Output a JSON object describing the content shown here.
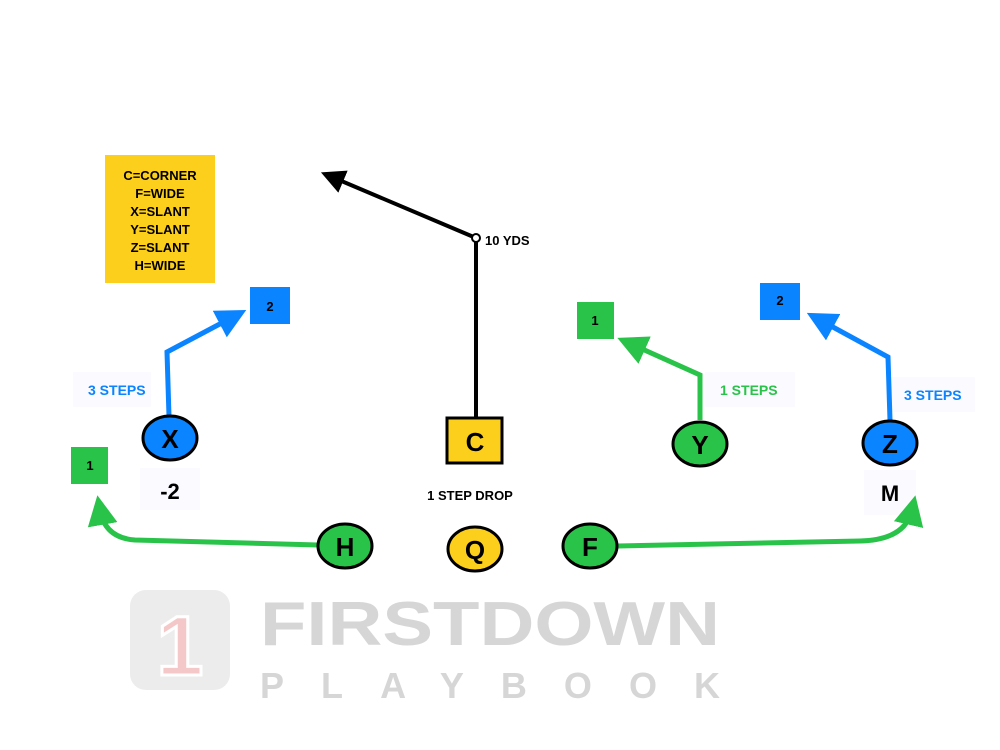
{
  "watermark": {
    "brand": "FIRSTDOWN",
    "sub": "PLAYBOOK",
    "logo_digit": "1"
  },
  "legend": {
    "lines": [
      "C=CORNER",
      "F=WIDE",
      "X=SLANT",
      "Y=SLANT",
      "Z=SLANT",
      "H=WIDE"
    ]
  },
  "players": {
    "X": "X",
    "Y": "Y",
    "Z": "Z",
    "H": "H",
    "Q": "Q",
    "F": "F",
    "C": "C"
  },
  "labels": {
    "x_steps": "3 STEPS",
    "y_steps": "1 STEPS",
    "z_steps": "3 STEPS",
    "x_depth": "-2",
    "z_motion": "M",
    "c_depth": "10 YDS",
    "qb_drop": "1 STEP DROP"
  },
  "reads": {
    "x": "2",
    "z": "2",
    "y": "1",
    "h": "1"
  },
  "colors": {
    "blue": "#0a84ff",
    "green": "#2ac34a",
    "yellow": "#fccf1c",
    "black": "#000000"
  }
}
